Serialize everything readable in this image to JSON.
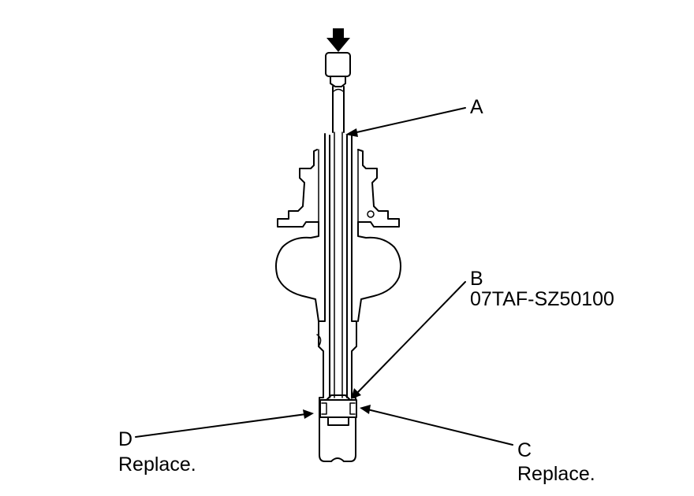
{
  "colors": {
    "ink": "#000000",
    "fill": "#ffffff"
  },
  "icons": {
    "press_direction": "down-arrow-icon"
  },
  "labels": {
    "a": {
      "letter": "A"
    },
    "b": {
      "letter": "B",
      "tool_number": "07TAF-SZ50100"
    },
    "c": {
      "letter": "C",
      "note": "Replace."
    },
    "d": {
      "letter": "D",
      "note": "Replace."
    }
  }
}
